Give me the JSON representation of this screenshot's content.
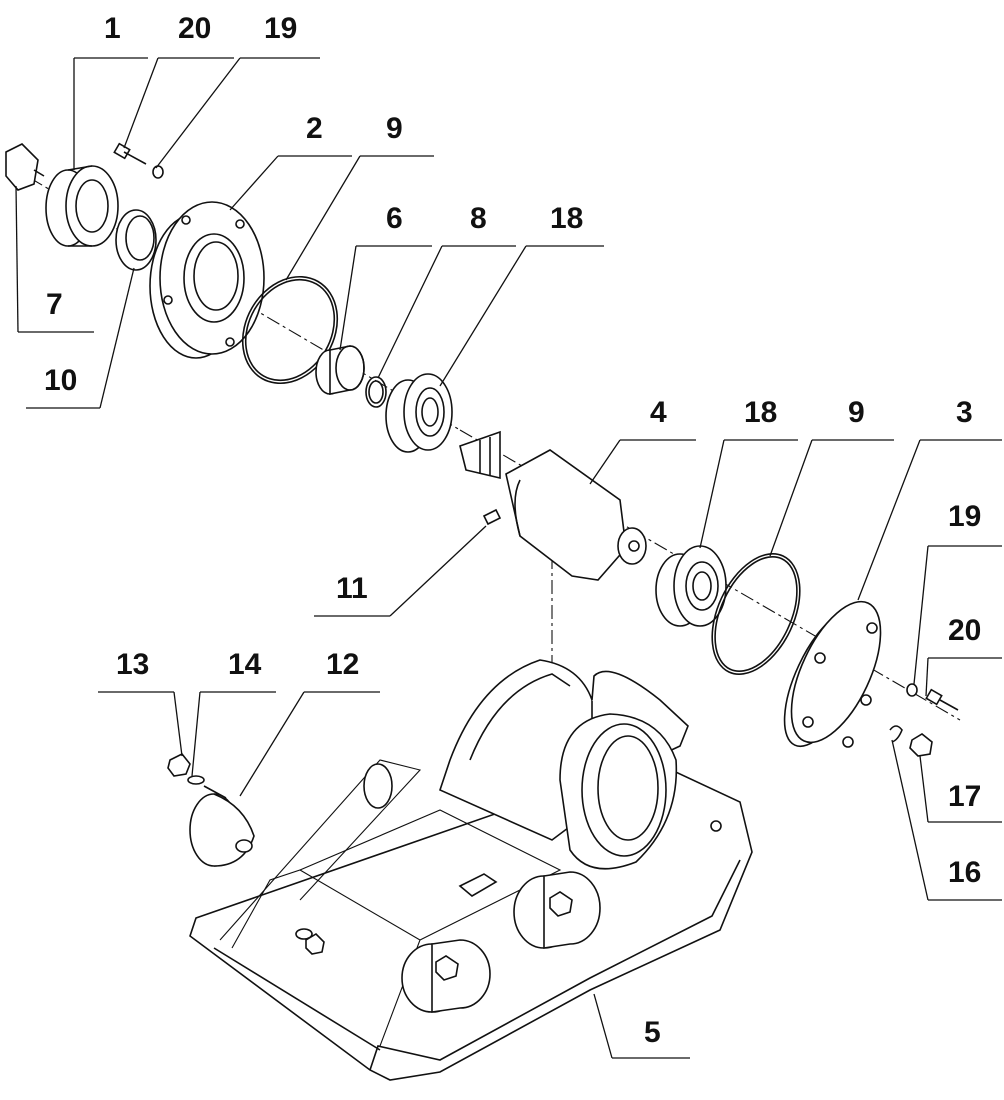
{
  "callouts": [
    {
      "id": "c1",
      "num": "1"
    },
    {
      "id": "c2",
      "num": "2"
    },
    {
      "id": "c3",
      "num": "3"
    },
    {
      "id": "c4",
      "num": "4"
    },
    {
      "id": "c5",
      "num": "5"
    },
    {
      "id": "c6",
      "num": "6"
    },
    {
      "id": "c7",
      "num": "7"
    },
    {
      "id": "c8",
      "num": "8"
    },
    {
      "id": "c9a",
      "num": "9"
    },
    {
      "id": "c9b",
      "num": "9"
    },
    {
      "id": "c10",
      "num": "10"
    },
    {
      "id": "c11",
      "num": "11"
    },
    {
      "id": "c12",
      "num": "12"
    },
    {
      "id": "c13",
      "num": "13"
    },
    {
      "id": "c14",
      "num": "14"
    },
    {
      "id": "c16",
      "num": "16"
    },
    {
      "id": "c17",
      "num": "17"
    },
    {
      "id": "c18a",
      "num": "18"
    },
    {
      "id": "c18b",
      "num": "18"
    },
    {
      "id": "c19a",
      "num": "19"
    },
    {
      "id": "c19b",
      "num": "19"
    },
    {
      "id": "c20a",
      "num": "20"
    },
    {
      "id": "c20b",
      "num": "20"
    }
  ],
  "colors": {
    "ink": "#111111",
    "paper": "#ffffff"
  }
}
